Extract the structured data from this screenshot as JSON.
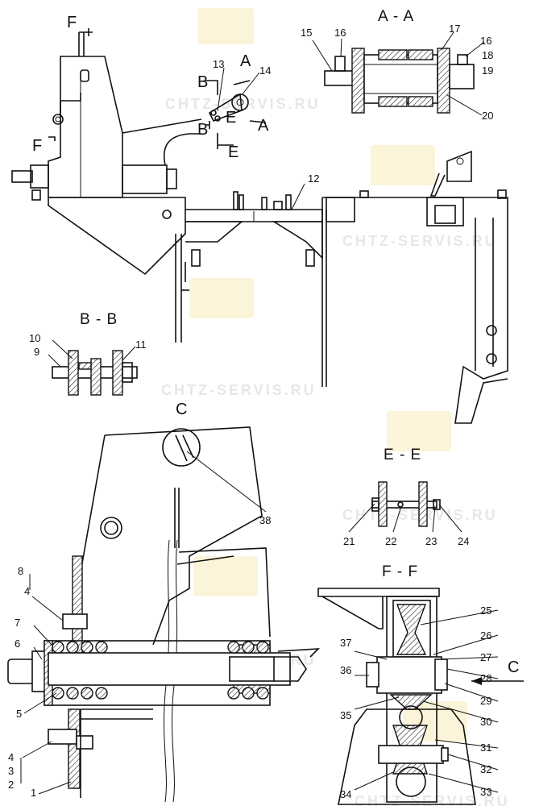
{
  "watermark": {
    "text": "CHTZ-SERVIS.RU"
  },
  "sections": {
    "aa": "A - A",
    "bb": "B - B",
    "c": "C",
    "ee": "E - E",
    "ff": "F - F"
  },
  "cut_letters": {
    "f": "F",
    "a": "A",
    "b": "B",
    "e": "E",
    "c": "C"
  },
  "callouts": [
    "1",
    "2",
    "3",
    "4",
    "5",
    "6",
    "7",
    "8",
    "9",
    "10",
    "11",
    "12",
    "13",
    "14",
    "15",
    "16",
    "17",
    "18",
    "19",
    "20",
    "21",
    "22",
    "23",
    "24",
    "25",
    "26",
    "27",
    "28",
    "29",
    "30",
    "31",
    "32",
    "33",
    "34",
    "35",
    "36",
    "37",
    "38"
  ]
}
